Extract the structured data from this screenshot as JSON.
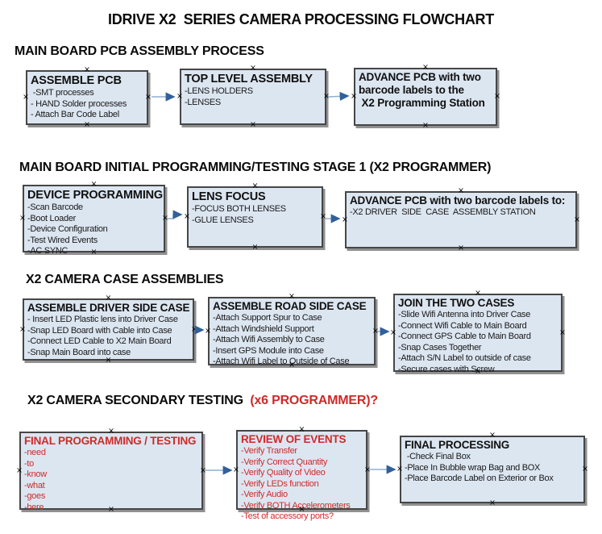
{
  "title": "IDRIVE X2  SERIES CAMERA PROCESSING FLOWCHART",
  "icons": {
    "connection_handle": "×",
    "arrowhead": "▶"
  },
  "colors": {
    "box_fill": "#dce6f1",
    "box_border": "#464646",
    "connector_line": "#8fafcf",
    "connector_arrowhead": "#31609b",
    "alert_red": "#cf2a2a",
    "text_black": "#0a0a0a"
  },
  "sections": [
    {
      "heading": "MAIN BOARD PCB ASSEMBLY PROCESS",
      "heading_red": "",
      "boxes": [
        {
          "title": "ASSEMBLE PCB",
          "items": [
            " -SMT processes",
            "- HAND Solder processes",
            "- Attach Bar Code Label"
          ]
        },
        {
          "title": "TOP LEVEL ASSEMBLY",
          "items": [
            "-LENS HOLDERS",
            "-LENSES"
          ]
        },
        {
          "title": "ADVANCE PCB with two\nbarcode labels to the\n X2 Programming Station",
          "items": []
        }
      ]
    },
    {
      "heading": "MAIN BOARD INITIAL PROGRAMMING/TESTING STAGE 1 (X2 PROGRAMMER)",
      "heading_red": "",
      "boxes": [
        {
          "title": "DEVICE PROGRAMMING",
          "items": [
            "-Scan Barcode",
            "-Boot Loader",
            "-Device Configuration",
            "-Test Wired Events",
            "-AC SYNC"
          ]
        },
        {
          "title": "LENS FOCUS",
          "items": [
            "-FOCUS BOTH LENSES",
            "-GLUE LENSES"
          ]
        },
        {
          "title": "ADVANCE PCB with two barcode labels to:",
          "items": [
            "-X2 DRIVER  SIDE  CASE  ASSEMBLY STATION"
          ]
        }
      ]
    },
    {
      "heading": "X2 CAMERA CASE ASSEMBLIES",
      "heading_red": "",
      "boxes": [
        {
          "title": "ASSEMBLE DRIVER SIDE CASE",
          "items": [
            "- Insert LED Plastic lens into Driver Case",
            "-Snap LED Board with Cable into Case",
            "-Connect LED Cable to X2 Main Board",
            "-Snap Main Board into case"
          ]
        },
        {
          "title": "ASSEMBLE ROAD SIDE CASE",
          "items": [
            "-Attach Support Spur to Case",
            "-Attach Windshield Support",
            "-Attach Wifi Assembly to Case",
            "-Insert GPS Module into Case",
            "-Attach Wifi Label to Outside of Case"
          ]
        },
        {
          "title": "JOIN THE TWO CASES",
          "items": [
            "-Slide Wifi Antenna into Driver Case",
            "-Connect Wifi Cable to Main Board",
            "-Connect GPS Cable to Main Board",
            "-Snap Cases Together",
            "-Attach S/N Label to outside of case",
            "-Secure cases with Screw"
          ]
        }
      ]
    },
    {
      "heading": "X2 CAMERA SECONDARY TESTING ",
      "heading_red": " (x6 PROGRAMMER)?",
      "boxes": [
        {
          "title": "FINAL PROGRAMMING / TESTING",
          "items": [
            "-need",
            "-to",
            "-know",
            "-what",
            "-goes",
            "-here"
          ]
        },
        {
          "title": "REVIEW OF EVENTS",
          "items": [
            "-Verify Transfer",
            "-Verify Correct Quantity",
            "-Verify Quality of Video",
            "-Verify LEDs function",
            "-Verify Audio",
            "-Verify BOTH Accelerometers",
            "-Test of accessory ports?"
          ]
        },
        {
          "title": "FINAL PROCESSING",
          "items": [
            " -Check Final Box",
            "-Place In Bubble wrap Bag and BOX",
            "-Place Barcode Label on Exterior or Box"
          ]
        }
      ]
    }
  ],
  "connections": [
    {
      "from": "ASSEMBLE PCB",
      "to": "TOP LEVEL ASSEMBLY"
    },
    {
      "from": "TOP LEVEL ASSEMBLY",
      "to": "ADVANCE PCB with two barcode labels to the X2 Programming Station"
    },
    {
      "from": "DEVICE PROGRAMMING",
      "to": "LENS FOCUS"
    },
    {
      "from": "LENS FOCUS",
      "to": "ADVANCE PCB with two barcode labels to: X2 DRIVER SIDE CASE ASSEMBLY STATION"
    },
    {
      "from": "ASSEMBLE DRIVER SIDE CASE",
      "to": "ASSEMBLE ROAD SIDE CASE"
    },
    {
      "from": "ASSEMBLE ROAD SIDE CASE",
      "to": "JOIN THE TWO CASES"
    },
    {
      "from": "FINAL PROGRAMMING / TESTING",
      "to": "REVIEW OF EVENTS"
    },
    {
      "from": "REVIEW OF EVENTS",
      "to": "FINAL PROCESSING"
    }
  ]
}
